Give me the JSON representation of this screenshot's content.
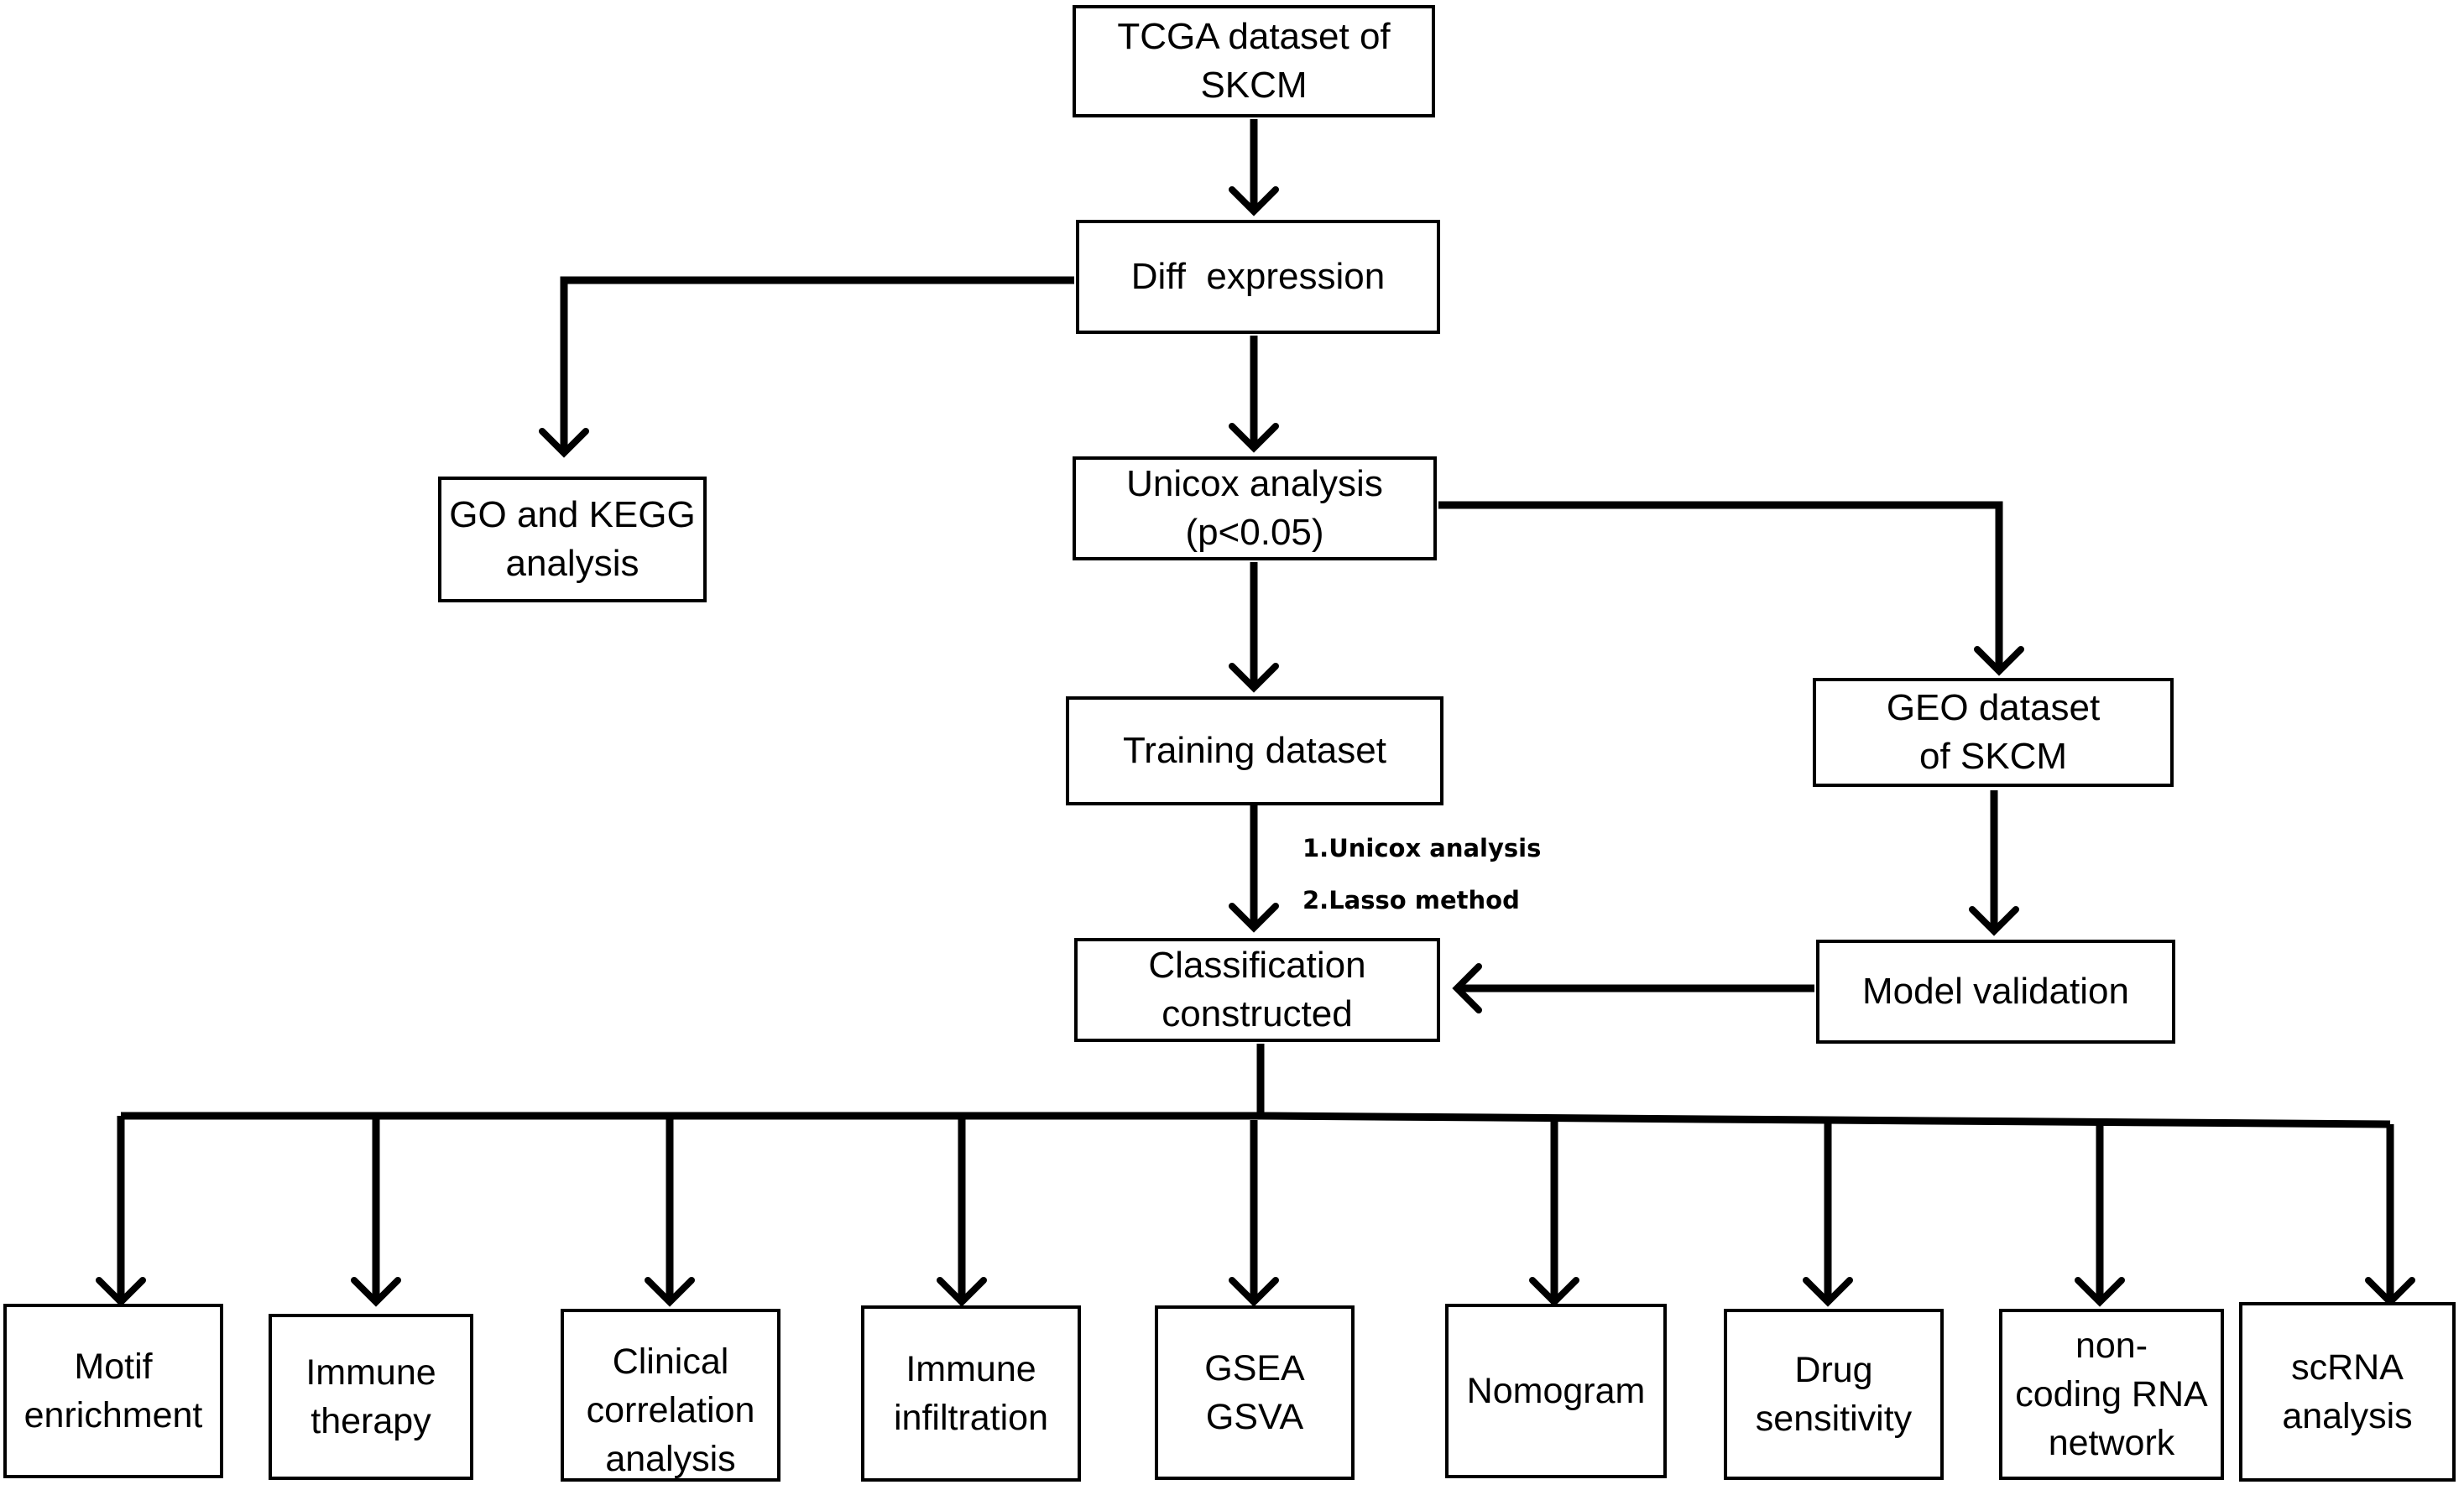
{
  "nodes": {
    "tcga": [
      "TCGA dataset of",
      "SKCM"
    ],
    "diff": [
      "Diff  expression"
    ],
    "go_kegg": [
      "GO and KEGG",
      "analysis"
    ],
    "unicox": [
      "Unicox analysis",
      "(p<0.05)"
    ],
    "training": [
      "Training dataset"
    ],
    "geo": [
      "GEO dataset",
      "of SKCM"
    ],
    "classification": [
      "Classification",
      "constructed"
    ],
    "model_validation": [
      "Model validation"
    ]
  },
  "edge_labels": [
    "1.Unicox analysis",
    "2.Lasso method"
  ],
  "outputs": [
    [
      "Motif",
      "enrichment"
    ],
    [
      "Immune",
      "therapy"
    ],
    [
      "Clinical",
      "correlation",
      "analysis"
    ],
    [
      "Immune",
      "infiltration"
    ],
    [
      "GSEA",
      "GSVA"
    ],
    [
      "Nomogram"
    ],
    [
      "Drug",
      "sensitivity"
    ],
    [
      "non-",
      "coding RNA",
      "network"
    ],
    [
      "scRNA",
      "analysis"
    ]
  ]
}
